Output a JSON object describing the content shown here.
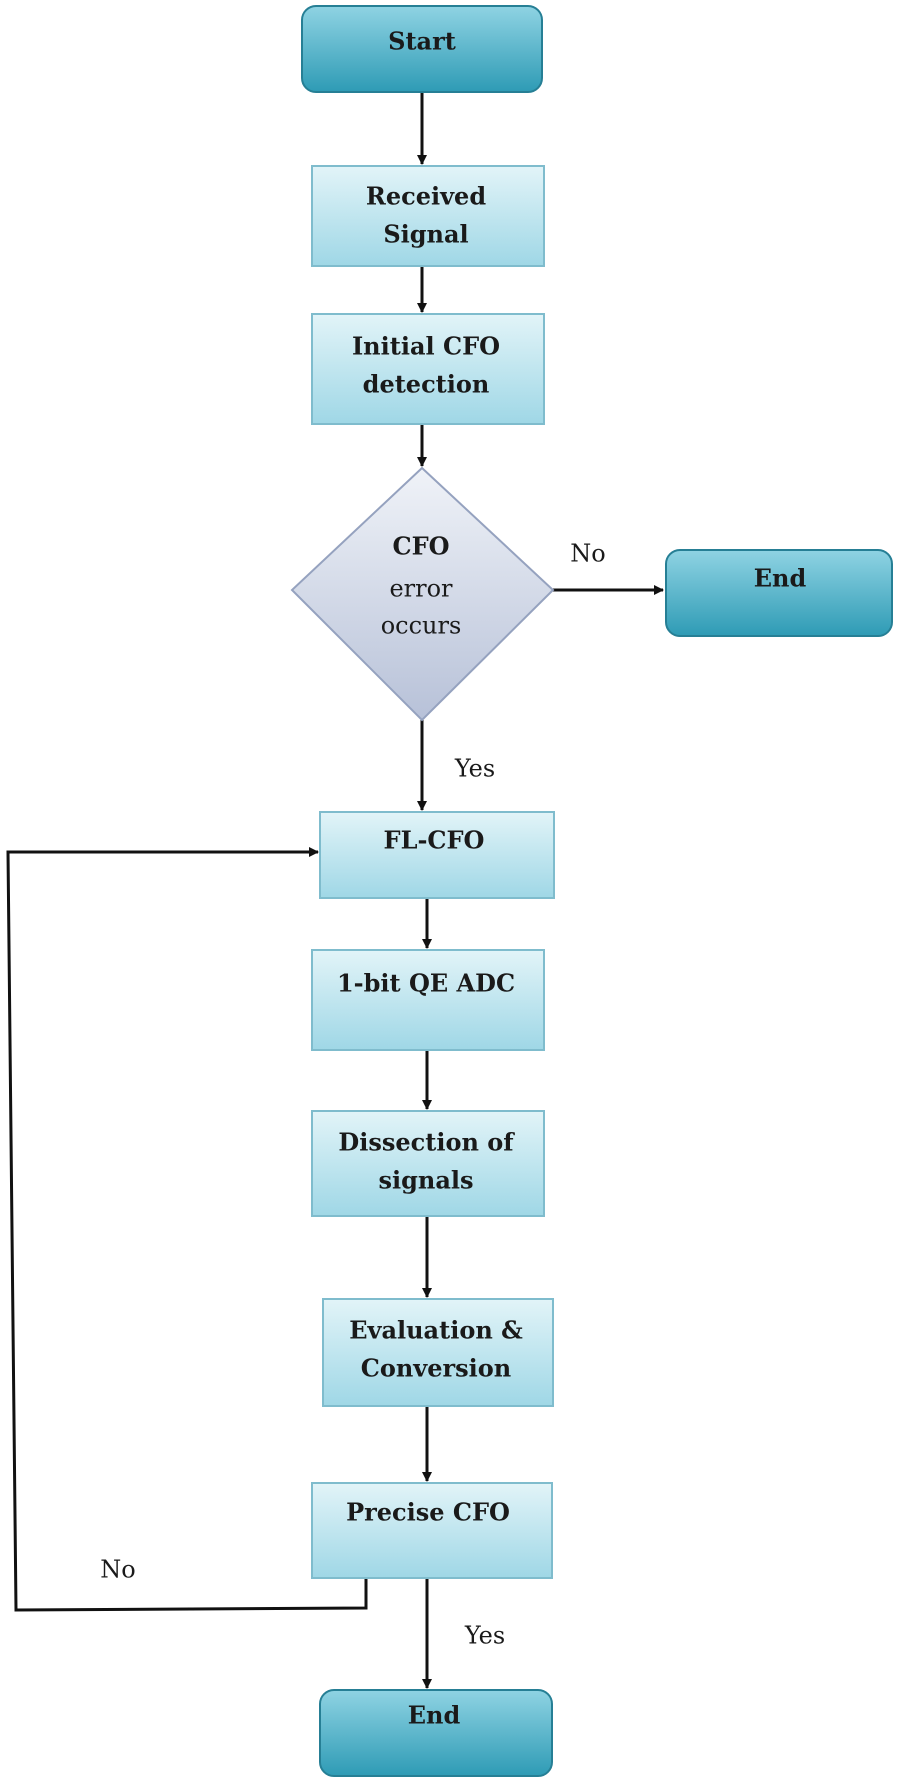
{
  "nodes": {
    "start": {
      "label": "Start"
    },
    "received_signal": {
      "line1": "Received",
      "line2": "Signal"
    },
    "initial_cfo": {
      "line1": "Initial CFO",
      "line2": "detection"
    },
    "decision_cfo": {
      "line1": "CFO",
      "line2": "error",
      "line3": "occurs"
    },
    "end_right": {
      "label": "End"
    },
    "fl_cfo": {
      "label": "FL-CFO"
    },
    "adc": {
      "label": "1-bit QE ADC"
    },
    "dissection": {
      "line1": "Dissection of",
      "line2": "signals"
    },
    "evaluation": {
      "line1": "Evaluation &",
      "line2": "Conversion"
    },
    "precise_cfo": {
      "label": "Precise CFO"
    },
    "end_bottom": {
      "label": "End"
    }
  },
  "edges": {
    "decision_no": "No",
    "decision_yes": "Yes",
    "precise_no": "No",
    "precise_yes": "Yes"
  },
  "colors": {
    "terminal_top": "#8fd3e3",
    "terminal_bottom": "#2e9bb5",
    "process_top": "#e2f4f8",
    "process_bottom": "#9fd7e6",
    "decision_top": "#f0f3f8",
    "decision_bottom": "#b7c1d8",
    "line": "#111111"
  }
}
